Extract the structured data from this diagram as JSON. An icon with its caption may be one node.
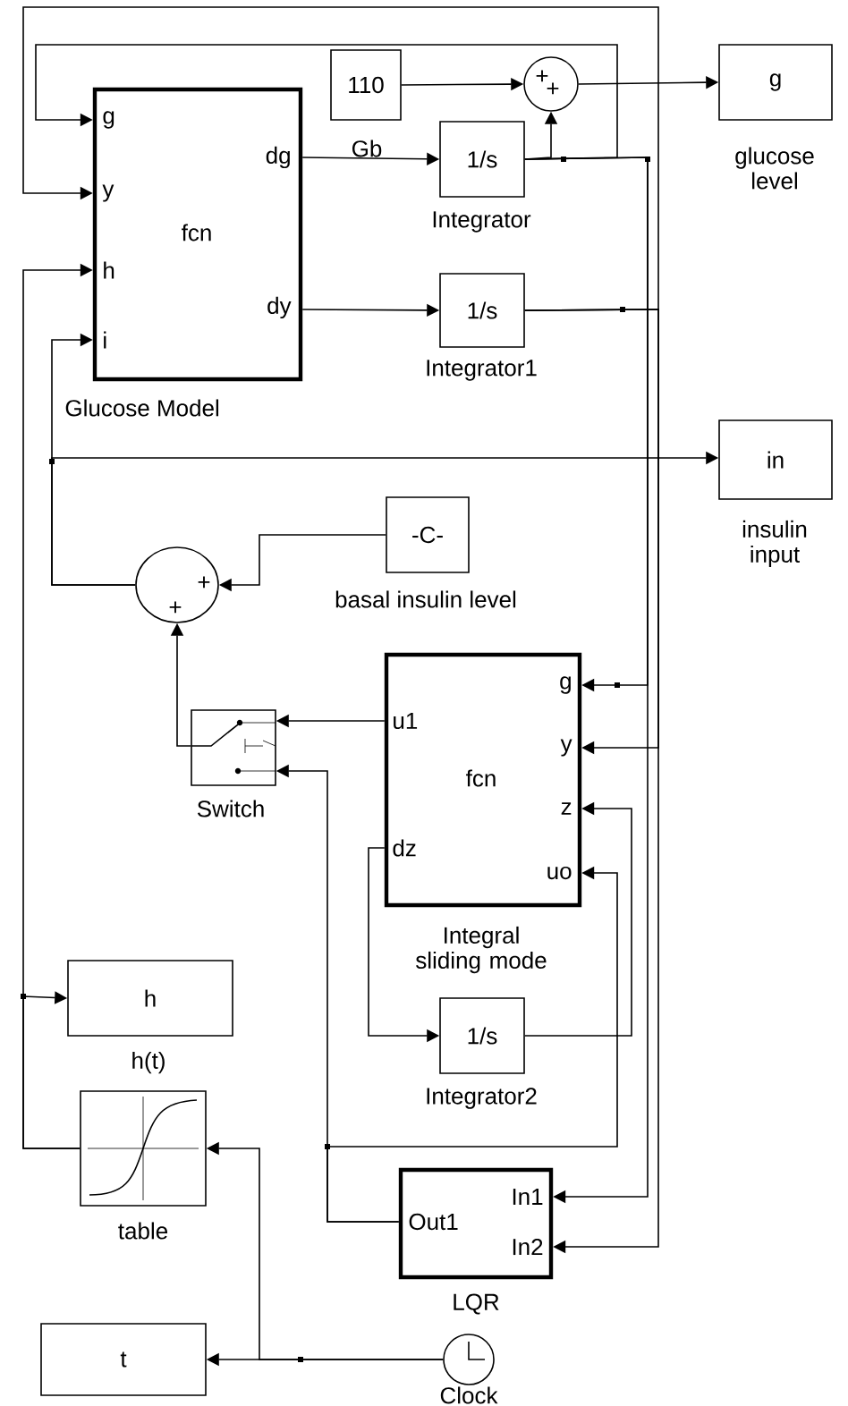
{
  "diagram": {
    "nodes": [
      {
        "text": [
          "g",
          "y",
          "h",
          "i",
          "fcn",
          "dg",
          "dy",
          "Glucose Model"
        ]
      },
      {
        "text": [
          "110"
        ],
        "beside": [
          "Gb"
        ]
      },
      {
        "text": [
          "+",
          "+"
        ]
      },
      {
        "text": [
          "1/s"
        ],
        "beside": [
          "Integrator"
        ]
      },
      {
        "text": [
          "1/s"
        ],
        "beside": [
          "Integrator1"
        ]
      },
      {
        "text": [
          "g"
        ],
        "beside": [
          "glucose level"
        ]
      },
      {
        "text": [
          "in"
        ],
        "beside": [
          "insulin input"
        ]
      },
      {
        "text": [
          "-C-"
        ],
        "beside": [
          "basal insulin level"
        ]
      },
      {
        "text": [
          "+",
          "+"
        ]
      },
      {
        "text": [],
        "shape": "box",
        "beside": [
          "Switch"
        ]
      },
      {
        "text": [
          "g",
          "y",
          "z",
          "uo",
          "u1",
          "fcn",
          "dz",
          "Integral sliding mode"
        ]
      },
      {
        "text": [
          "h"
        ],
        "beside": [
          "h(t)"
        ]
      },
      {
        "text": [],
        "shape": "box",
        "beside": [
          "table"
        ]
      },
      {
        "text": [
          "1/s"
        ],
        "beside": [
          "Integrator2"
        ]
      },
      {
        "text": [
          "In1",
          "In2",
          "Out1",
          "LQR"
        ]
      },
      {
        "text": [
          "t"
        ]
      },
      {
        "text": [],
        "shape": "circle",
        "beside": [
          "Clock"
        ]
      }
    ],
    "edges": [
      {
        "from": 1,
        "to": 2,
        "arrow": "to"
      },
      {
        "from": 3,
        "to": 2,
        "arrow": "to"
      },
      {
        "from": 2,
        "to": 5,
        "arrow": "to"
      },
      {
        "from": 0,
        "to": 3,
        "arrow": "to"
      },
      {
        "from": 0,
        "to": 4,
        "arrow": "to"
      },
      {
        "from": 3,
        "to": 0,
        "arrow": "to"
      },
      {
        "from": 4,
        "to": 0,
        "arrow": "to"
      },
      {
        "from": 3,
        "to": 10,
        "arrow": "to"
      },
      {
        "from": 4,
        "to": 10,
        "arrow": "to"
      },
      {
        "from": 3,
        "to": 14,
        "arrow": "to"
      },
      {
        "from": 4,
        "to": 14,
        "arrow": "to"
      },
      {
        "from": 13,
        "to": 10,
        "arrow": "to"
      },
      {
        "from": 10,
        "to": 13,
        "arrow": "to"
      },
      {
        "from": 10,
        "to": 9,
        "arrow": "to"
      },
      {
        "from": 14,
        "to": 9,
        "arrow": "to"
      },
      {
        "from": 14,
        "to": 10,
        "arrow": "to"
      },
      {
        "from": 9,
        "to": 8,
        "arrow": "to"
      },
      {
        "from": 7,
        "to": 8,
        "arrow": "to"
      },
      {
        "from": 8,
        "to": 0,
        "arrow": "to"
      },
      {
        "from": 8,
        "to": 6,
        "arrow": "to"
      },
      {
        "from": 12,
        "to": 0,
        "arrow": "to"
      },
      {
        "from": 12,
        "to": 11,
        "arrow": "to"
      },
      {
        "from": 16,
        "to": 15,
        "arrow": "to"
      },
      {
        "from": 16,
        "to": 12,
        "arrow": "to"
      }
    ]
  }
}
